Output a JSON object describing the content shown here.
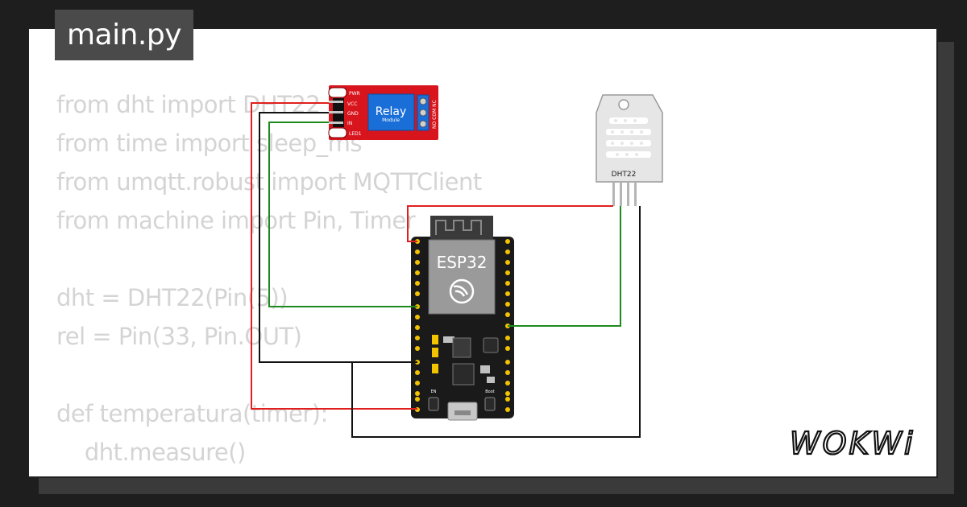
{
  "file_tab": {
    "label": "main.py"
  },
  "code_lines": [
    "from dht import DHT22",
    "from time import sleep_ms",
    "from umqtt.robust import MQTTClient",
    "from machine import Pin, Timer",
    "",
    "dht = DHT22(Pin(5))",
    "rel = Pin(33, Pin.OUT)",
    "",
    "def temperatura(timer):",
    "    dht.measure()"
  ],
  "relay": {
    "title": "Relay",
    "subtitle": "Module",
    "pin_vcc": "VCC",
    "pin_gnd": "GND",
    "pin_in": "IN",
    "led_pwr": "PWR",
    "led_1": "LED1",
    "terminals": "NO COM NC"
  },
  "esp32": {
    "label": "ESP32",
    "boot_label": "Boot",
    "en_label": "EN"
  },
  "dht22": {
    "label": "DHT22"
  },
  "logo": {
    "text": "WOKWi"
  },
  "colors": {
    "wire_red": "#e0201e",
    "wire_black": "#111111",
    "wire_green": "#1e8a1e",
    "relay_board": "#d8141c",
    "relay_block": "#1a6ed8",
    "esp_board": "#1a1a1a",
    "pin_gold": "#f3c300"
  }
}
